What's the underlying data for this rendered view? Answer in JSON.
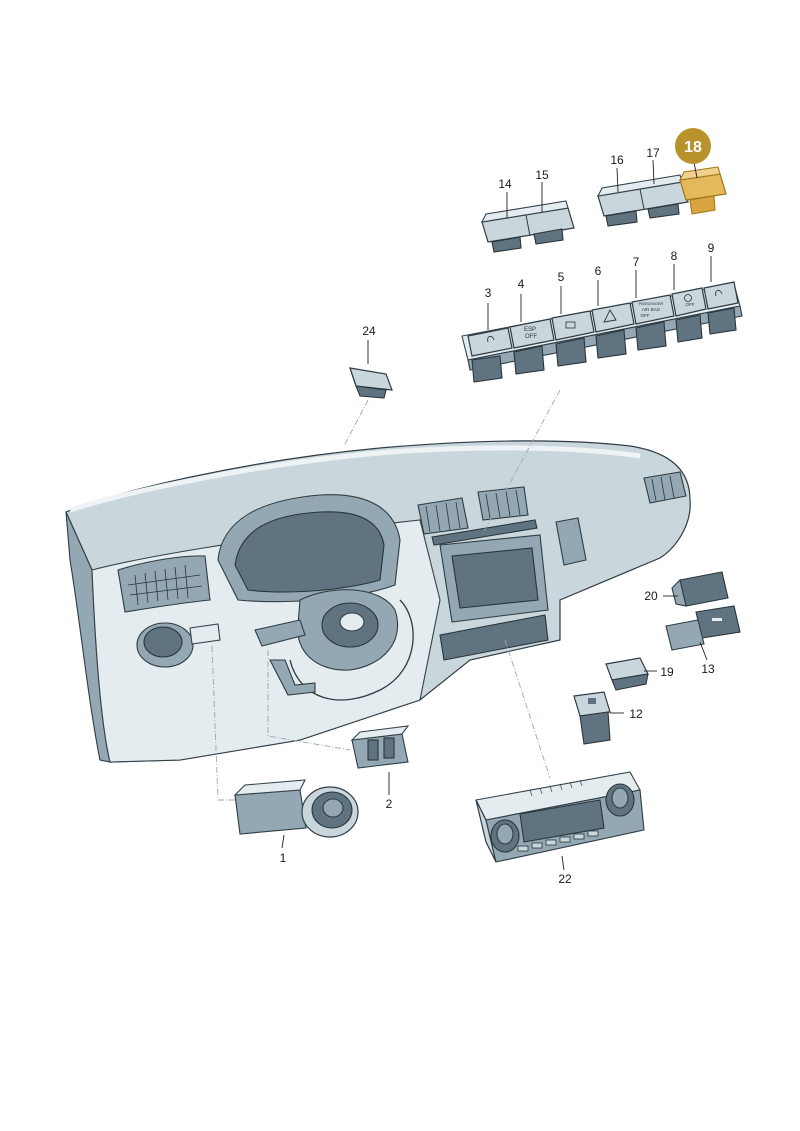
{
  "callouts": {
    "c1": "1",
    "c2": "2",
    "c3": "3",
    "c4": "4",
    "c5": "5",
    "c6": "6",
    "c7": "7",
    "c8": "8",
    "c9": "9",
    "c12": "12",
    "c13": "13",
    "c14": "14",
    "c15": "15",
    "c16": "16",
    "c17": "17",
    "c18": "18",
    "c19": "19",
    "c20": "20",
    "c22": "22",
    "c24": "24"
  },
  "switch_labels": {
    "esp": "ESP",
    "esp_off": "OFF",
    "passenger": "PASSENGER",
    "airbag": "AIR BAG",
    "airbag_off": "OFF",
    "start_stop_off": "OFF"
  },
  "highlight": {
    "part": "18",
    "badge_color": "#b8922a",
    "fill_color": "#e6b85c"
  },
  "colors": {
    "part_fill": "#c9d6dc",
    "outline": "#2f3c44",
    "dark": "#5f7480"
  }
}
